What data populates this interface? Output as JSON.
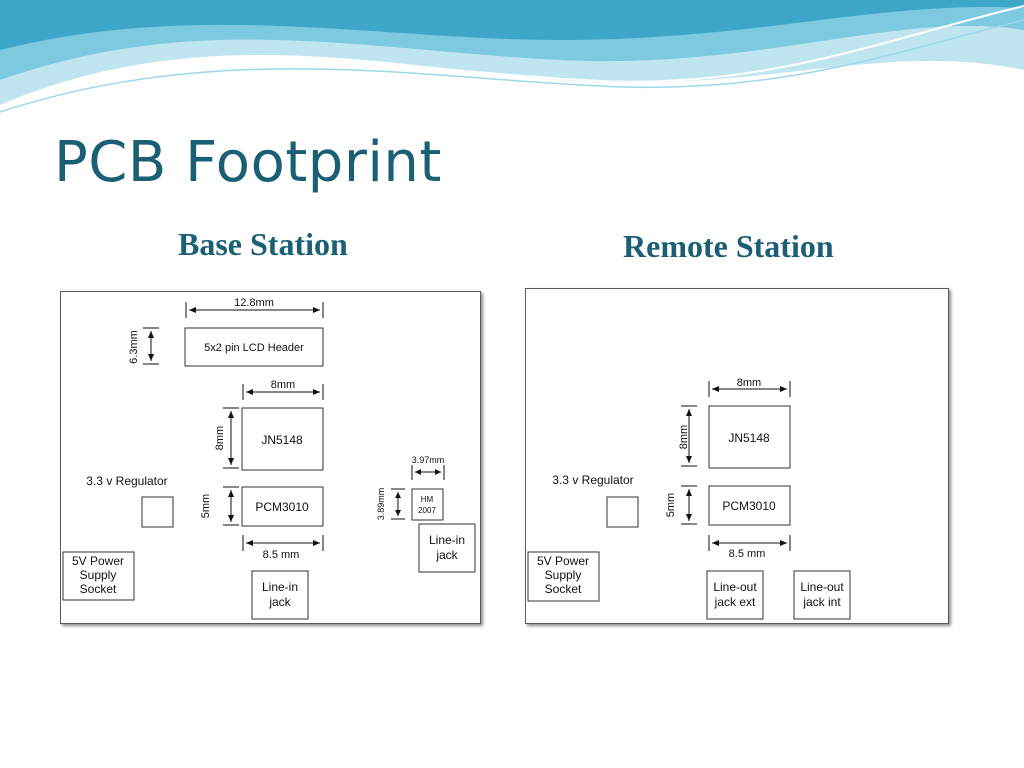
{
  "slide": {
    "title": "PCB Footprint",
    "base_heading": "Base Station",
    "remote_heading": "Remote Station"
  },
  "colors": {
    "title": "#1a5f74",
    "wave_light": "#bfe6f0",
    "wave_mid": "#7cc9e0",
    "wave_dark": "#3ea6c8"
  },
  "base": {
    "lcd": {
      "label": "5x2 pin LCD Header",
      "width_dim": "12.8mm",
      "height_dim": "6.3mm"
    },
    "jn": {
      "label": "JN5148",
      "width_dim": "8mm",
      "height_dim": "8mm"
    },
    "pcm": {
      "label": "PCM3010",
      "width_dim": "8.5 mm",
      "height_dim": "5mm"
    },
    "regulator_label": "3.3 v Regulator",
    "hm": {
      "line1": "HM",
      "line2": "2007",
      "width_dim": "3.97mm",
      "height_dim": "3.89mm"
    },
    "line_in_right": {
      "line1": "Line-in",
      "line2": "jack"
    },
    "line_in_bottom": {
      "line1": "Line-in",
      "line2": "jack"
    },
    "power": {
      "line1": "5V Power",
      "line2": "Supply",
      "line3": "Socket"
    }
  },
  "remote": {
    "jn": {
      "label": "JN5148",
      "width_dim": "8mm",
      "height_dim": "8mm"
    },
    "pcm": {
      "label": "PCM3010",
      "width_dim": "8.5 mm",
      "height_dim": "5mm"
    },
    "regulator_label": "3.3 v Regulator",
    "power": {
      "line1": "5V Power",
      "line2": "Supply",
      "line3": "Socket"
    },
    "line_out_ext": {
      "line1": "Line-out",
      "line2": "jack ext"
    },
    "line_out_int": {
      "line1": "Line-out",
      "line2": "jack int"
    }
  }
}
